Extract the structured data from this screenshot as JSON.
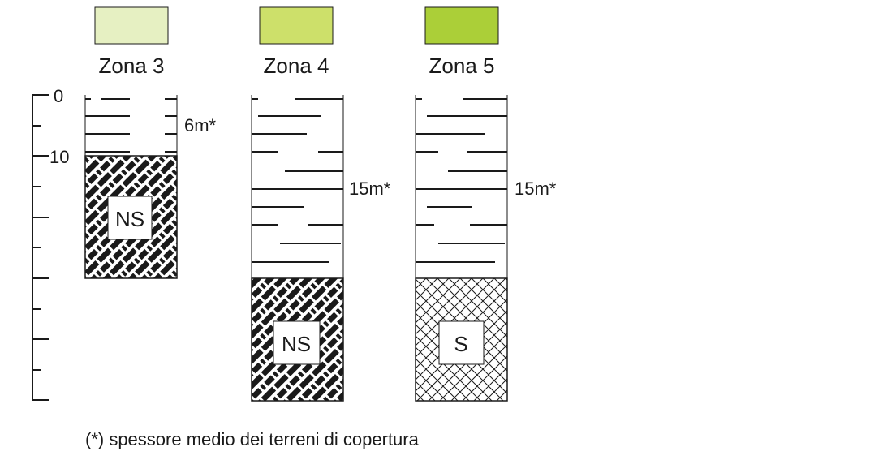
{
  "legend": [
    {
      "label": "Zona 3",
      "color": "#e6f0c2"
    },
    {
      "label": "Zona 4",
      "color": "#cde06a"
    },
    {
      "label": "Zona 5",
      "color": "#abcf38"
    }
  ],
  "depth_axis": {
    "tick_labels": [
      "0",
      "10"
    ]
  },
  "columns": [
    {
      "zone": "Zona 3",
      "cover_label": "6m*",
      "base_label": "NS",
      "base_pattern": "hatched"
    },
    {
      "zone": "Zona 4",
      "cover_label": "15m*",
      "base_label": "NS",
      "base_pattern": "hatched"
    },
    {
      "zone": "Zona 5",
      "cover_label": "15m*",
      "base_label": "S",
      "base_pattern": "crosshatch"
    }
  ],
  "footnote": "(*) spessore medio dei terreni di copertura"
}
